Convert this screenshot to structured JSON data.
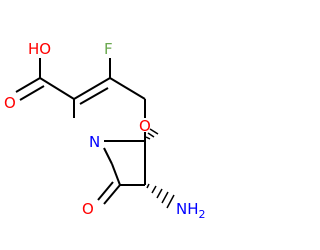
{
  "molecule": {
    "atoms": {
      "fluorine": "F",
      "hydroxyl": "HO",
      "carbonyl_oxygen_acid": "O",
      "ring_oxygen": "O",
      "ring_nitrogen": "N",
      "carbonyl_oxygen_lactam": "O",
      "amino": "NH",
      "amino_subscript": "2"
    },
    "colors": {
      "bond": "#000000",
      "oxygen": "#ff0000",
      "nitrogen": "#0000ff",
      "fluorine": "#6aa84f",
      "amino": "#0000ff"
    }
  }
}
